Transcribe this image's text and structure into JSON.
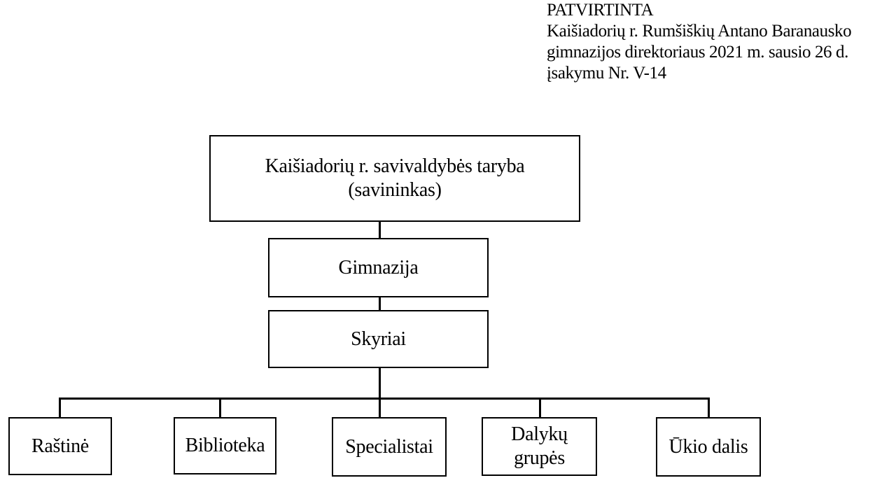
{
  "page": {
    "background_color": "#ffffff",
    "text_color": "#000000",
    "line_color": "#000000"
  },
  "approval_note": {
    "lines": [
      "PATVIRTINTA",
      "Kaišiadorių r. Rumšiškių Antano Baranausko",
      "gimnazijos direktoriaus 2021 m. sausio 26 d.",
      "įsakymu Nr. V-14"
    ]
  },
  "org_chart": {
    "root": {
      "line1": "Kaišiadorių r. savivaldybės taryba",
      "line2": "(savininkas)"
    },
    "levels": [
      {
        "label": "Gimnazija"
      },
      {
        "label": "Skyriai"
      }
    ],
    "departments": [
      {
        "label": "Raštinė"
      },
      {
        "label": "Biblioteka"
      },
      {
        "label": "Specialistai"
      },
      {
        "label": "Dalykų grupės"
      },
      {
        "label": "Ūkio dalis"
      }
    ]
  }
}
